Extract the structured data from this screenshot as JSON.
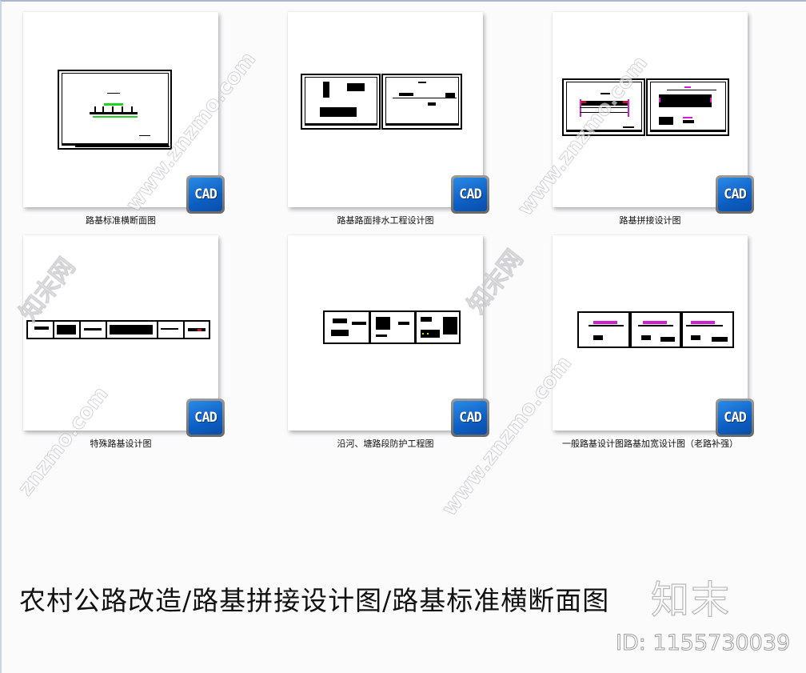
{
  "gallery": {
    "items": [
      {
        "caption": "路基标准横断面图",
        "badge": "CAD"
      },
      {
        "caption": "路基路面排水工程设计图",
        "badge": "CAD"
      },
      {
        "caption": "路基拼接设计图",
        "badge": "CAD"
      },
      {
        "caption": "特殊路基设计图",
        "badge": "CAD"
      },
      {
        "caption": "沿河、塘路段防护工程图",
        "badge": "CAD"
      },
      {
        "caption": "一般路基设计图路基加宽设计图（老路补强）",
        "badge": "CAD"
      }
    ]
  },
  "title": "农村公路改造/路基拼接设计图/路基标准横断面图",
  "watermarks": {
    "site": "www.znzmo.com",
    "site_short": "znzmo.com",
    "cn_name": "知末网",
    "logo": "知末",
    "id": "ID: 1155730039"
  },
  "colors": {
    "badge_blue": "#1a6fd6",
    "cad_green": "#1ed41e",
    "cad_magenta": "#d21ed2",
    "background": "#fbfbfc"
  }
}
